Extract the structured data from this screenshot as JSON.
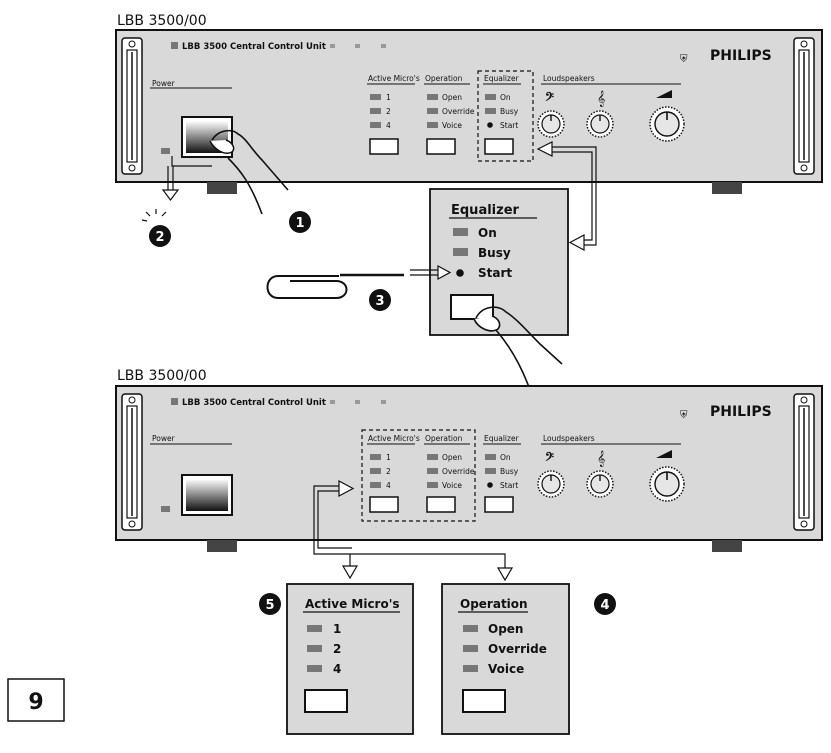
{
  "model_label_top": "LBB 3500/00",
  "model_label_bottom": "LBB 3500/00",
  "unit_title": "LBB 3500 Central Control Unit",
  "brand": "PHILIPS",
  "power_label": "Power",
  "active_micros": {
    "title": "Active Micro's",
    "items": [
      "1",
      "2",
      "4"
    ]
  },
  "operation": {
    "title": "Operation",
    "items": [
      "Open",
      "Override",
      "Voice"
    ]
  },
  "equalizer": {
    "title": "Equalizer",
    "items": [
      "On",
      "Busy",
      "Start"
    ]
  },
  "loudspeakers_label": "Loudspeakers",
  "steps": [
    "1",
    "2",
    "3",
    "4",
    "5"
  ],
  "page_number": "9",
  "colors": {
    "panel": "#d9d9d9",
    "led": "#7a7a7a",
    "text": "#111111"
  }
}
